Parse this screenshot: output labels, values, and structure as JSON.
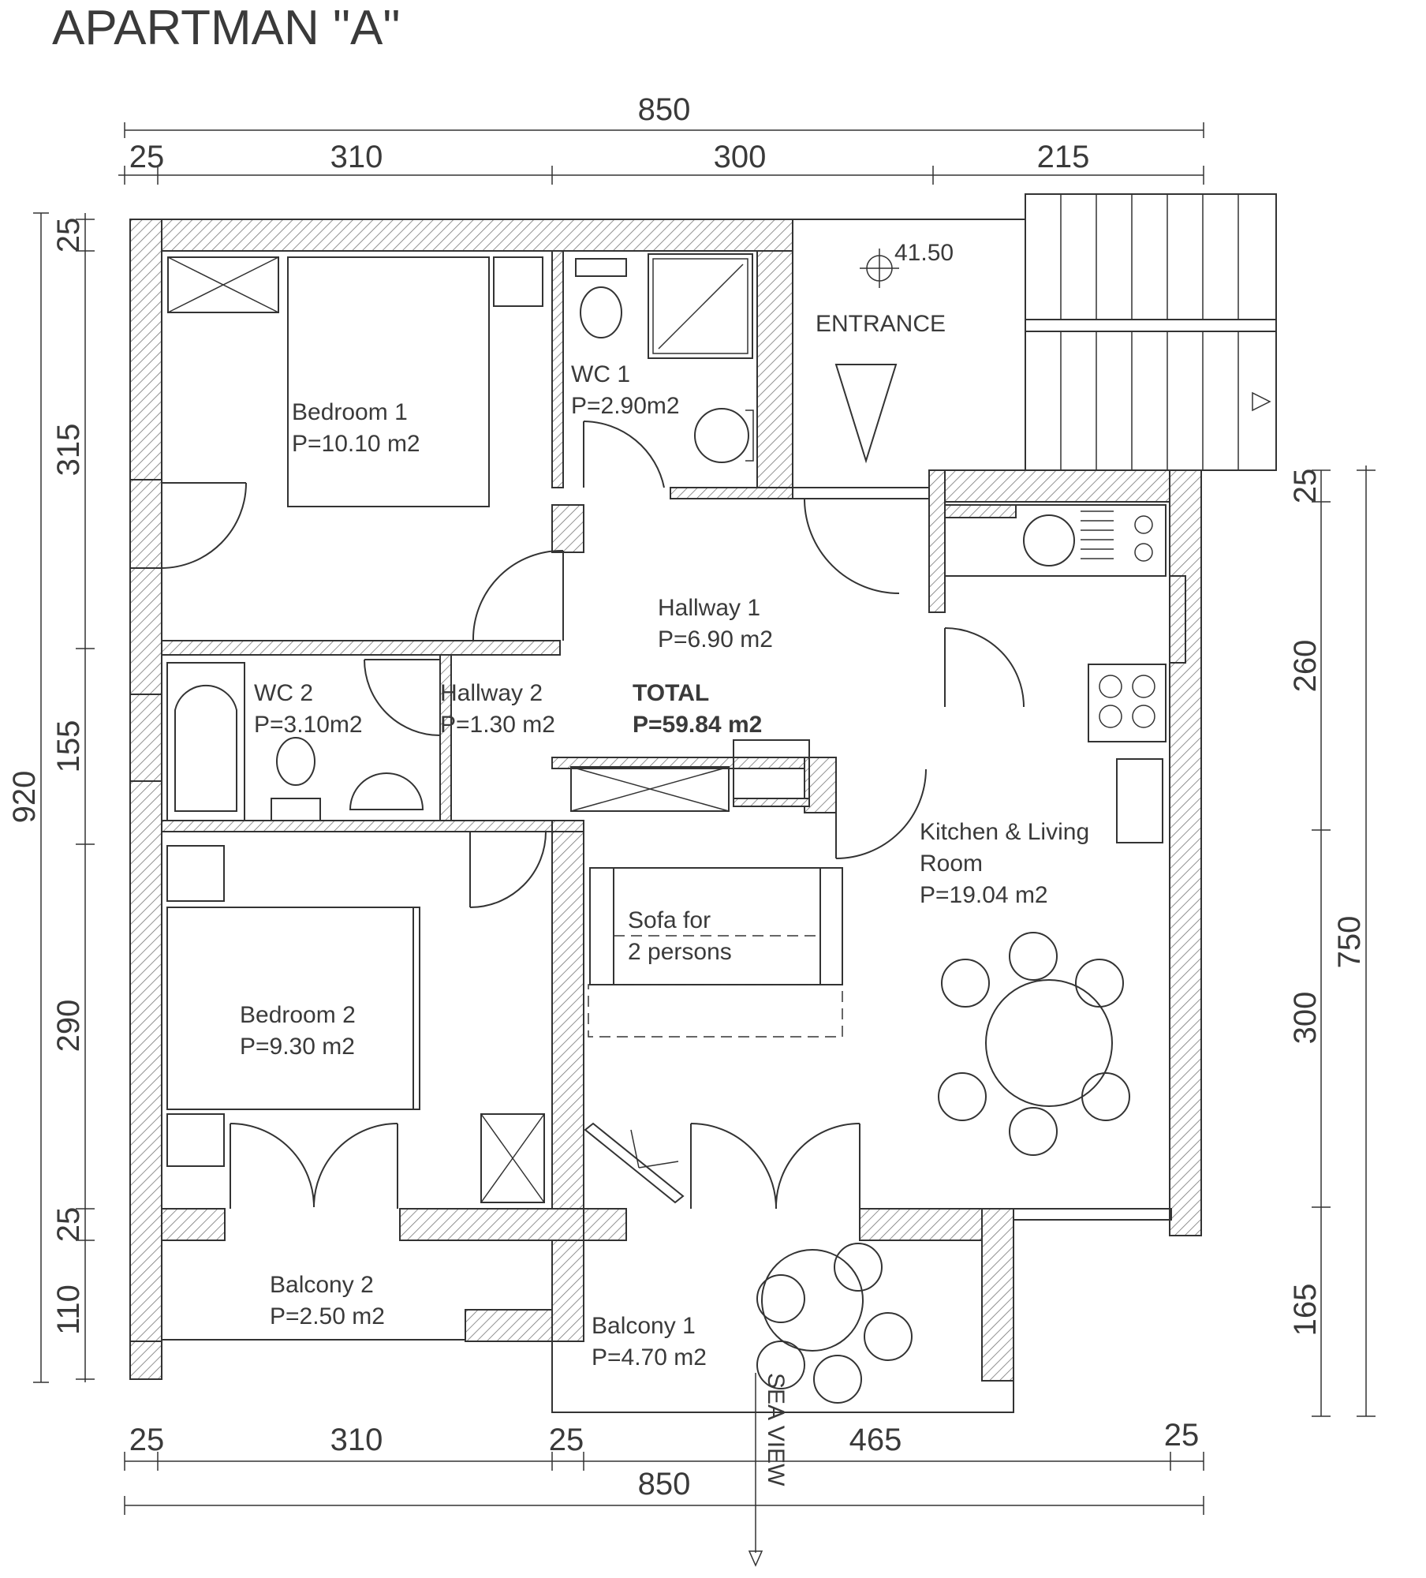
{
  "title": "APARTMAN \"A\"",
  "elevation": "41.50",
  "entrance": "ENTRANCE",
  "sea_view": "SEA VIEW",
  "total": {
    "label": "TOTAL",
    "value": "P=59.84 m2"
  },
  "rooms": {
    "bedroom1": {
      "name": "Bedroom 1",
      "area": "P=10.10 m2"
    },
    "wc1": {
      "name": "WC 1",
      "area": "P=2.90m2"
    },
    "hallway1": {
      "name": "Hallway 1",
      "area": "P=6.90 m2"
    },
    "wc2": {
      "name": "WC 2",
      "area": "P=3.10m2"
    },
    "hallway2": {
      "name": "Hallway 2",
      "area": "P=1.30 m2"
    },
    "kitchen": {
      "name1": "Kitchen & Living",
      "name2": "Room",
      "area": "P=19.04 m2"
    },
    "sofa": {
      "line1": "Sofa for",
      "line2": "2 persons"
    },
    "bedroom2": {
      "name": "Bedroom 2",
      "area": "P=9.30 m2"
    },
    "balcony2": {
      "name": "Balcony 2",
      "area": "P=2.50 m2"
    },
    "balcony1": {
      "name": "Balcony 1",
      "area": "P=4.70 m2"
    }
  },
  "dimensions": {
    "top_total": "850",
    "top": [
      "25",
      "310",
      "300",
      "215"
    ],
    "bottom": [
      "25",
      "310",
      "25",
      "465",
      "25"
    ],
    "bottom_total": "850",
    "left_total": "920",
    "left": [
      "25",
      "315",
      "155",
      "290",
      "25",
      "110"
    ],
    "right_inner": [
      "25",
      "260",
      "300",
      "165"
    ],
    "right_total": "750"
  }
}
